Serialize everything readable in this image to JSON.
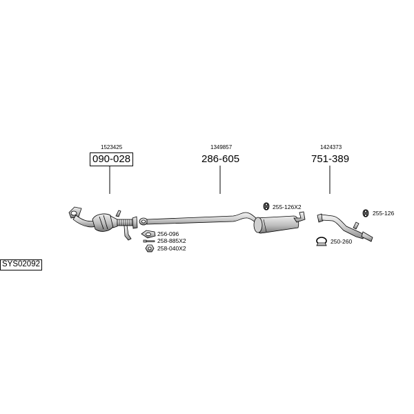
{
  "diagram": {
    "system_code": "SYS02092",
    "assemblies": [
      {
        "oem_number": "1523425",
        "part_number": "090-028"
      },
      {
        "oem_number": "1349857",
        "part_number": "286-605"
      },
      {
        "oem_number": "1424373",
        "part_number": "751-389"
      }
    ],
    "accessories": [
      {
        "part_number": "256-096",
        "icon": "gasket-icon"
      },
      {
        "part_number": "258-885X2",
        "icon": "bolt-icon"
      },
      {
        "part_number": "258-040X2",
        "icon": "nut-icon"
      },
      {
        "part_number": "255-126X2",
        "icon": "rubber-hanger-icon"
      },
      {
        "part_number": "250-260",
        "icon": "pipe-clamp-icon"
      },
      {
        "part_number": "255-126",
        "icon": "rubber-hanger-icon"
      }
    ],
    "colors": {
      "line": "#000000",
      "part_fill": "#d8d8d8",
      "part_shade": "#9a9a9a",
      "background": "#ffffff"
    }
  }
}
